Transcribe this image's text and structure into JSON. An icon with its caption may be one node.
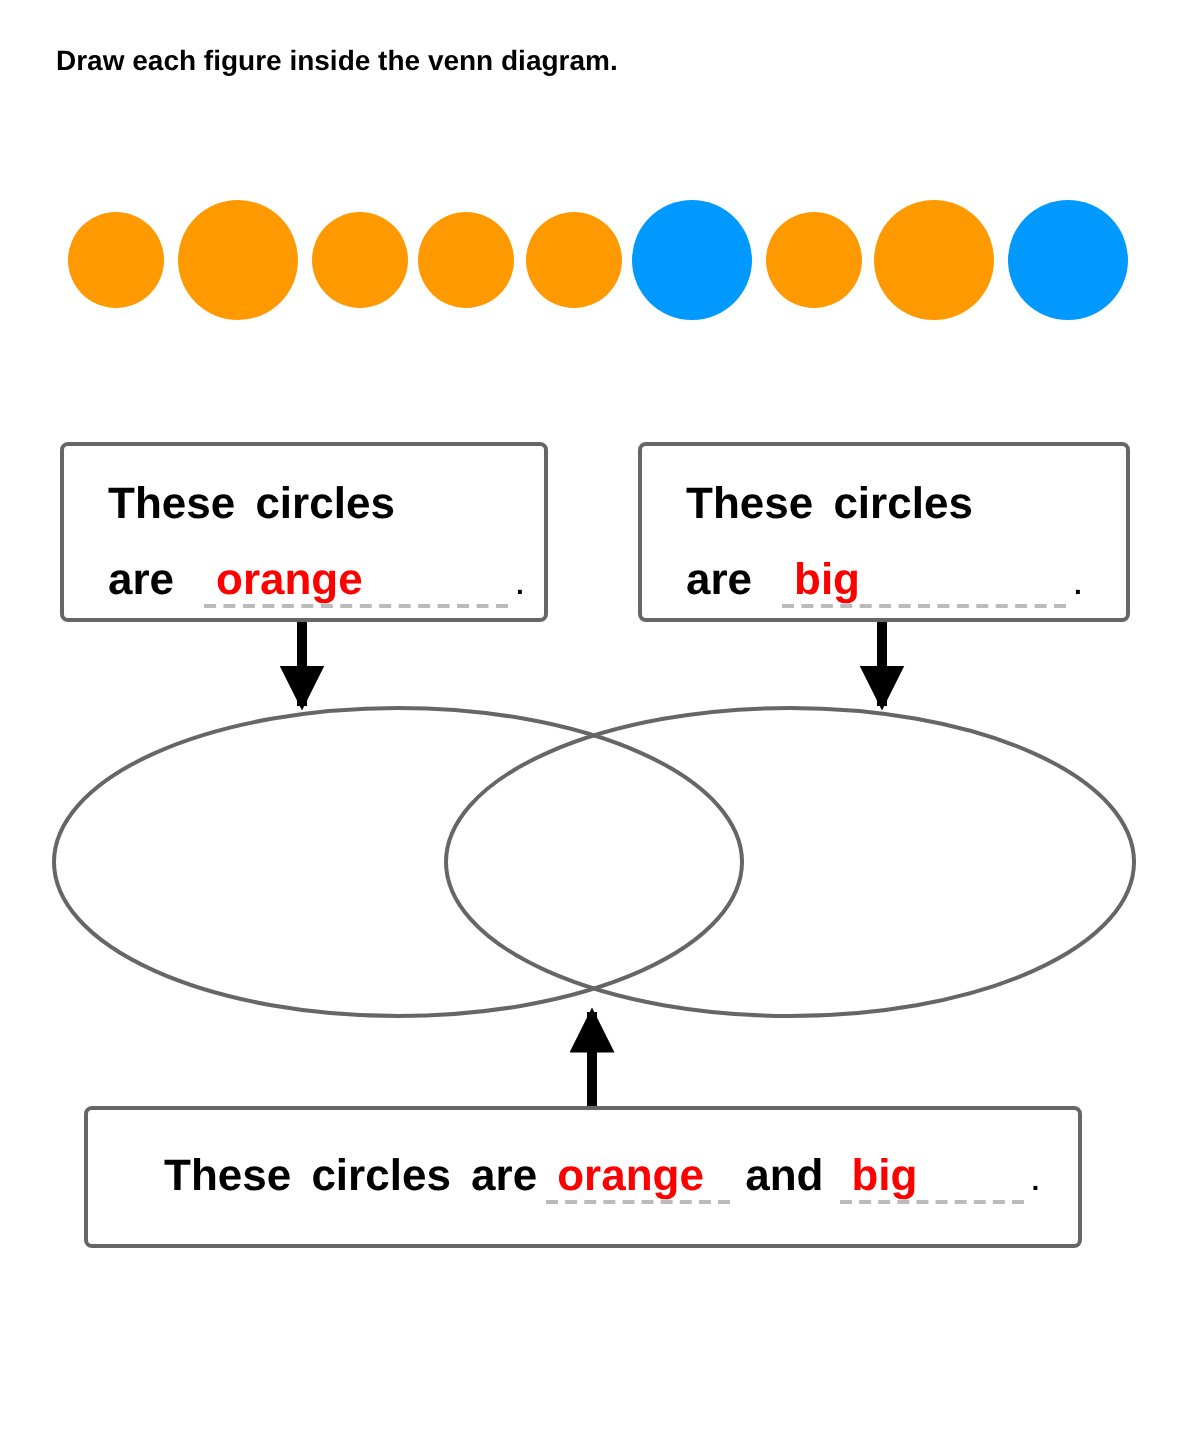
{
  "diagram": {
    "title": "Draw each figure inside the venn diagram.",
    "nodes": [
      {
        "text": [],
        "shape": "circle"
      },
      {
        "text": [],
        "shape": "circle"
      },
      {
        "text": [],
        "shape": "circle"
      },
      {
        "text": [],
        "shape": "circle"
      },
      {
        "text": [],
        "shape": "circle"
      },
      {
        "text": [],
        "shape": "circle"
      },
      {
        "text": [],
        "shape": "circle"
      },
      {
        "text": [],
        "shape": "circle"
      },
      {
        "text": [],
        "shape": "circle"
      },
      {
        "text": [
          "These circles are",
          "orange",
          "."
        ]
      },
      {
        "text": [
          "These circles are",
          "big",
          "."
        ]
      },
      {
        "text": [],
        "shape": "ellipse"
      },
      {
        "text": [],
        "shape": "ellipse"
      },
      {
        "text": [
          "These circles are",
          "orange",
          "and",
          "big",
          "."
        ]
      }
    ],
    "edges": [
      {
        "from": 9,
        "to": 11,
        "arrow": "to"
      },
      {
        "from": 10,
        "to": 12,
        "arrow": "to"
      },
      {
        "from": 13,
        "to": 11,
        "arrow": "to"
      }
    ]
  }
}
